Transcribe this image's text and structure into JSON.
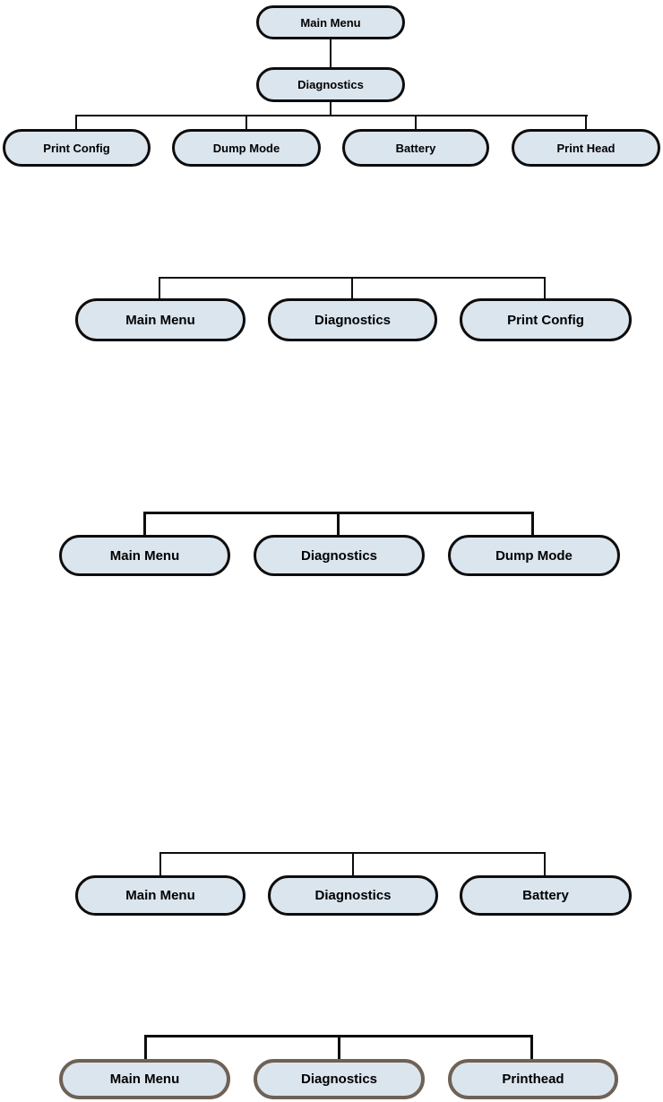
{
  "diagram": {
    "colors": {
      "node_fill": "#dbe5ee",
      "node_border": "#0d0d0d",
      "alt_node_border": "#6e6156",
      "connector": "#0d0d0d"
    },
    "tree": {
      "root": "Main Menu",
      "child": "Diagnostics",
      "leaves": [
        "Print Config",
        "Dump Mode",
        "Battery",
        "Print Head"
      ]
    },
    "paths": [
      {
        "nodes": [
          "Main Menu",
          "Diagnostics",
          "Print Config"
        ],
        "style": "default"
      },
      {
        "nodes": [
          "Main Menu",
          "Diagnostics",
          "Dump Mode"
        ],
        "style": "default"
      },
      {
        "nodes": [
          "Main Menu",
          "Diagnostics",
          "Battery"
        ],
        "style": "default"
      },
      {
        "nodes": [
          "Main Menu",
          "Diagnostics",
          "Printhead"
        ],
        "style": "alt"
      }
    ]
  }
}
